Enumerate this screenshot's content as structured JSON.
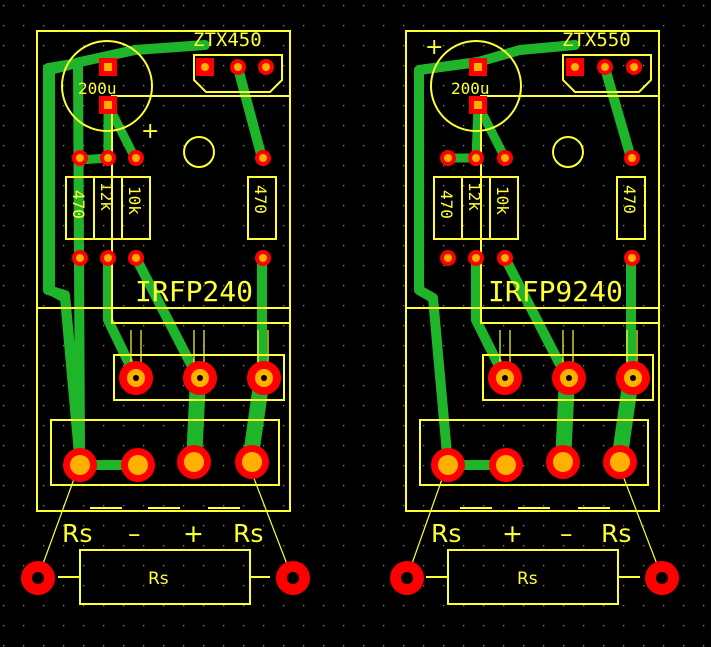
{
  "colors": {
    "background": "#000000",
    "grid_dots": "#8a8a8a",
    "silkscreen": "#ffff33",
    "copper": "#1fb52a",
    "pad": "#ff0000",
    "pad_hole": "#ffb000"
  },
  "boards": [
    {
      "id": "left",
      "regulator": "ZTX450",
      "capacitor": "200u",
      "cap_plus": "+",
      "r1": "470",
      "r2": "12k",
      "r3": "10k",
      "r4": "470",
      "mosfet": "IRFP240",
      "terminals": [
        "Rs",
        "–",
        "+",
        "Rs"
      ],
      "resistor": "Rs"
    },
    {
      "id": "right",
      "regulator": "ZTX550",
      "capacitor": "200u",
      "cap_plus": "+",
      "r1": "470",
      "r2": "12k",
      "r3": "10k",
      "r4": "470",
      "mosfet": "IRFP9240",
      "terminals": [
        "Rs",
        "+",
        "–",
        "Rs"
      ],
      "resistor": "Rs"
    }
  ]
}
